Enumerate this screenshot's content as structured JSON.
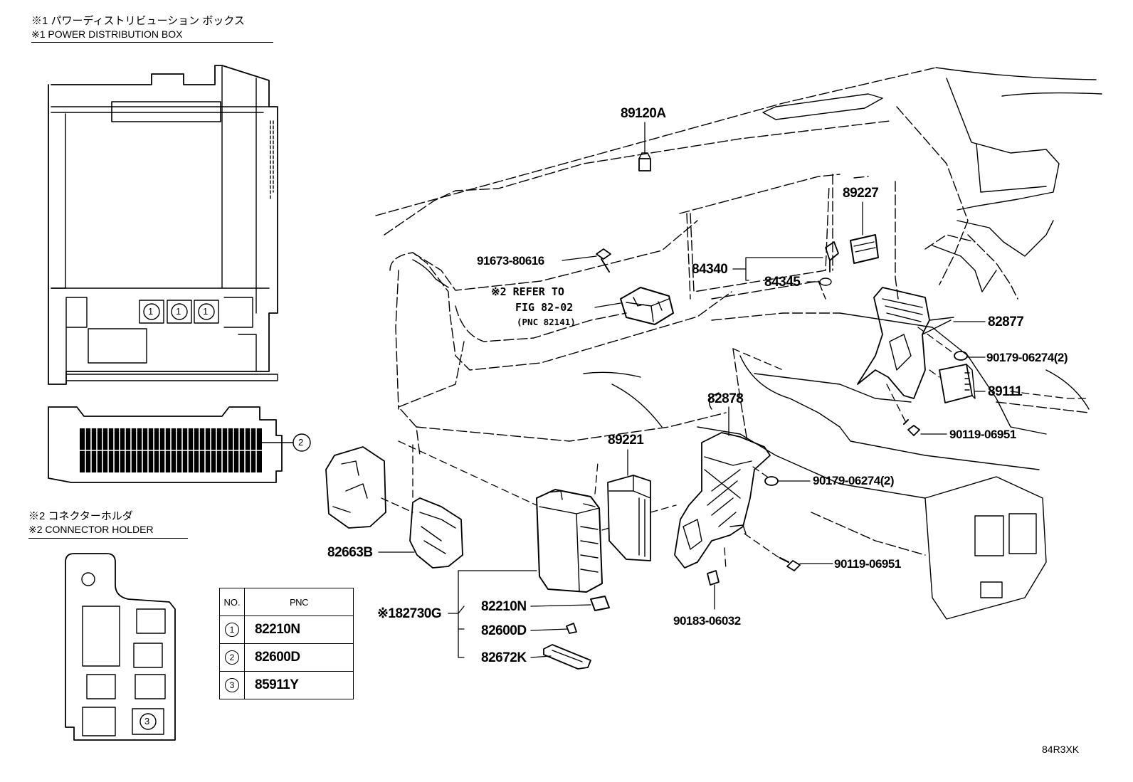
{
  "headers": {
    "pdb_jp": "※1 パワーディストリビューション ボックス",
    "pdb_en": "※1 POWER DISTRIBUTION BOX",
    "holder_jp": "※2 コネクターホルダ",
    "holder_en": "※2 CONNECTOR HOLDER"
  },
  "callouts": {
    "c1": "1",
    "c2": "2",
    "c3": "3"
  },
  "parts": {
    "p89120A": "89120A",
    "p91673": "91673-80616",
    "ref_line1": "※2 REFER TO",
    "ref_line2": "FIG 82-02",
    "ref_line3": "(PNC 82141)",
    "p84340": "84340",
    "p84345": "84345",
    "p89227": "89227",
    "p82877": "82877",
    "p90179a": "90179-06274(2)",
    "p89111": "89111",
    "p90119a": "90119-06951",
    "p82878": "82878",
    "p89221": "89221",
    "p90179b": "90179-06274(2)",
    "p90119b": "90119-06951",
    "p90183": "90183-06032",
    "p82663B": "82663B",
    "p82730G": "※182730G",
    "p82210N": "82210N",
    "p82600D": "82600D",
    "p82672K": "82672K"
  },
  "table": {
    "head_no": "NO.",
    "head_pnc": "PNC",
    "rows": [
      {
        "no": "1",
        "pnc": "82210N"
      },
      {
        "no": "2",
        "pnc": "82600D"
      },
      {
        "no": "3",
        "pnc": "85911Y"
      }
    ]
  },
  "figure_code": "84R3XK"
}
